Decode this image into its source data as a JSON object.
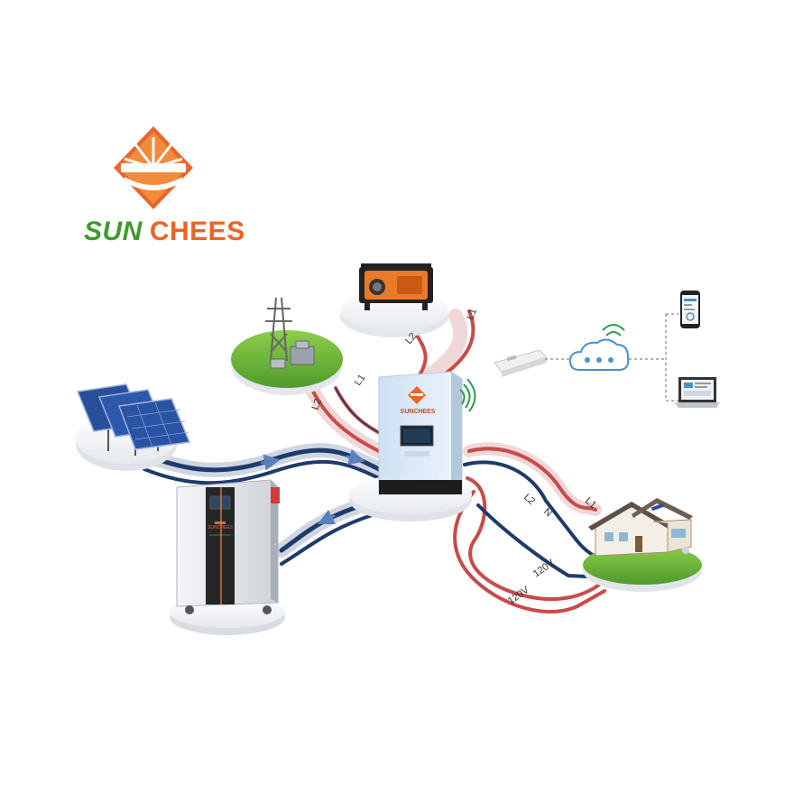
{
  "brand": {
    "name_part1": "SUN",
    "name_part2": "CHEES",
    "inverter_badge": "SUNCHEES",
    "battery_badge": "SUNCHEES"
  },
  "diagram": {
    "nodes": [
      {
        "id": "solar-panels",
        "icon": "solar-panel-icon"
      },
      {
        "id": "grid-substation",
        "icon": "transmission-tower-icon"
      },
      {
        "id": "generator",
        "icon": "generator-icon"
      },
      {
        "id": "hybrid-inverter",
        "icon": "inverter-icon"
      },
      {
        "id": "battery-cabinet",
        "icon": "battery-icon"
      },
      {
        "id": "house-load",
        "icon": "house-icon"
      },
      {
        "id": "wifi-dongle",
        "icon": "wifi-dongle-icon"
      },
      {
        "id": "cloud",
        "icon": "cloud-icon"
      },
      {
        "id": "mobile-phone",
        "icon": "phone-icon"
      },
      {
        "id": "laptop",
        "icon": "laptop-icon"
      }
    ],
    "line_labels": {
      "grid_l1": "L1",
      "grid_l2": "L2",
      "gen_l1": "L1",
      "gen_l2": "L2",
      "out_l1": "L1",
      "out_l2": "L2",
      "out_n": "N",
      "v_upper": "120V",
      "v_lower": "120V"
    },
    "colors": {
      "ac_line": "#c94a4a",
      "dc_line": "#1f3a6b",
      "brand_green": "#3f9a2e",
      "brand_orange": "#e8652a"
    }
  }
}
